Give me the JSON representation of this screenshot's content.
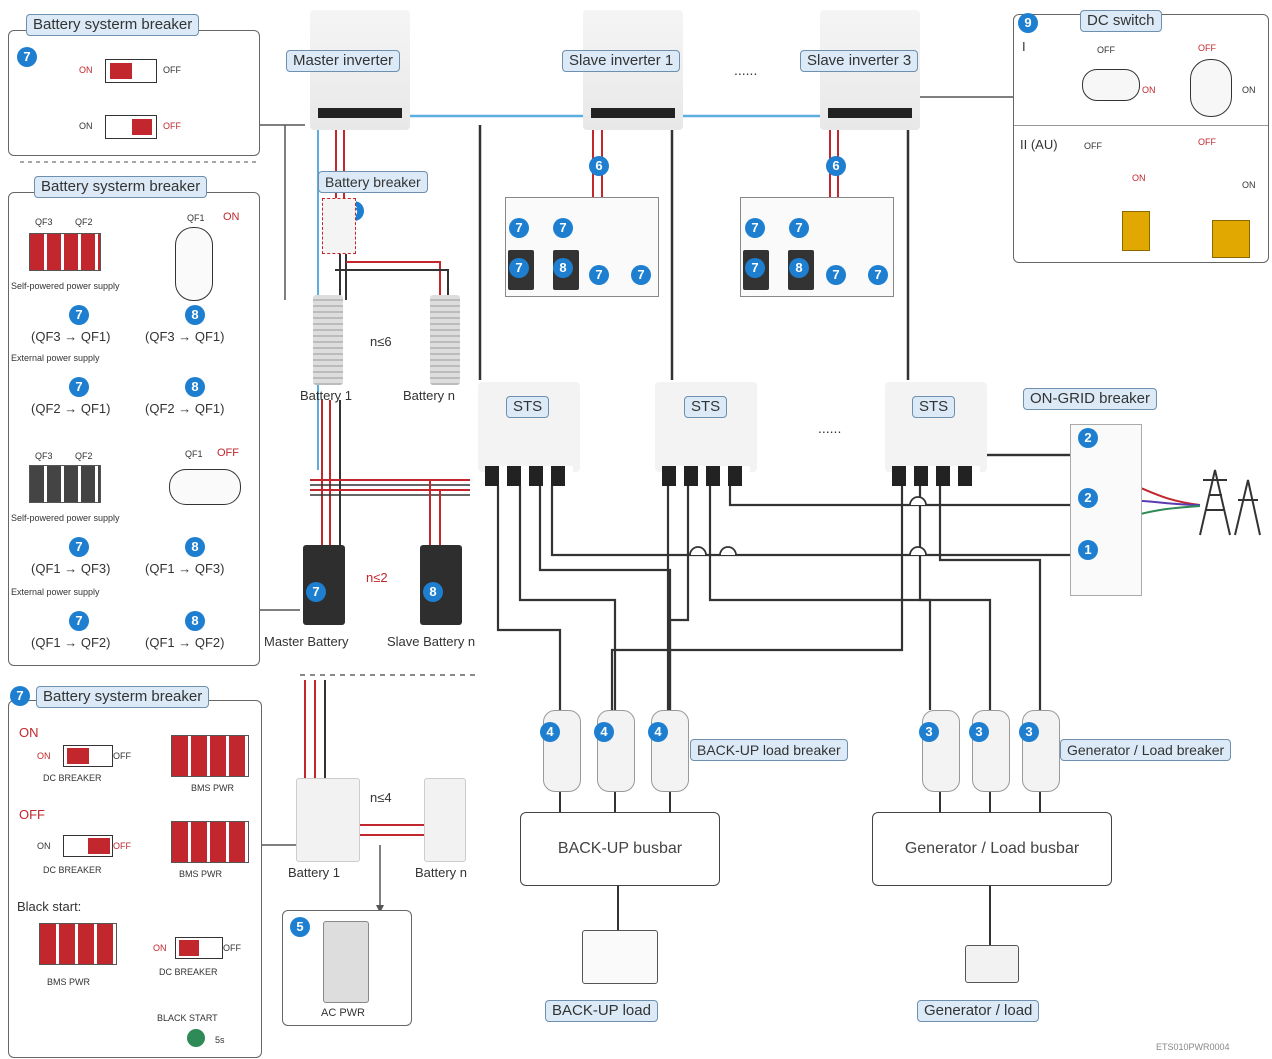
{
  "labels": {
    "master_inverter": "Master inverter",
    "slave_inverter_1": "Slave inverter 1",
    "slave_inverter_3": "Slave inverter 3",
    "ellipsis": "......",
    "dc_switch": "DC switch",
    "battery_breaker": "Battery breaker",
    "sts": "STS",
    "on_grid_breaker": "ON-GRID breaker",
    "backup_load_breaker": "BACK-UP load breaker",
    "generator_load_breaker": "Generator / Load breaker",
    "backup_busbar": "BACK-UP busbar",
    "generator_busbar": "Generator  / Load busbar",
    "backup_load": "BACK-UP load",
    "generator_load": "Generator / load",
    "battery_1": "Battery 1",
    "battery_n": "Battery n",
    "n_le_6": "n≤6",
    "n_le_2": "n≤2",
    "n_le_4": "n≤4",
    "master_battery": "Master Battery",
    "slave_battery_n": "Slave Battery n",
    "ac_pwr": "AC PWR",
    "footer_code": "ETS010PWR0004"
  },
  "panel_a": {
    "title": "Battery systerm breaker",
    "step": "7",
    "on": "ON",
    "off": "OFF"
  },
  "panel_b": {
    "title": "Battery systerm breaker",
    "qf3": "QF3",
    "qf2": "QF2",
    "qf1": "QF1",
    "on": "ON",
    "off": "OFF",
    "self_powered": "Self-powered power supply",
    "external": "External power supply",
    "step7": "7",
    "step8": "8",
    "seq_on_self_a": "(QF3 → QF1)",
    "seq_on_self_b": "(QF3 → QF1)",
    "seq_on_ext_a": "(QF2 → QF1)",
    "seq_on_ext_b": "(QF2 → QF1)",
    "seq_off_self_a": "(QF1 → QF3)",
    "seq_off_self_b": "(QF1 → QF3)",
    "seq_off_ext_a": "(QF1 → QF2)",
    "seq_off_ext_b": "(QF1 → QF2)"
  },
  "panel_c": {
    "title": "Battery systerm breaker",
    "step": "7",
    "on_heading": "ON",
    "off_heading": "OFF",
    "on": "ON",
    "off": "OFF",
    "dc_breaker": "DC BREAKER",
    "bms_pwr": "BMS PWR",
    "black_start_label": "Black start:",
    "black_start": "BLACK START",
    "five_s": "5s"
  },
  "dc_switch_panel": {
    "step": "9",
    "type_1": "I",
    "type_2": "II  (AU)",
    "on": "ON",
    "off": "OFF"
  },
  "markers": {
    "n1": "1",
    "n2": "2",
    "n3": "3",
    "n4": "4",
    "n5": "5",
    "n6": "6",
    "n7": "7",
    "n8": "8"
  },
  "colors": {
    "accent_blue": "#1e7fd0",
    "label_fill": "#dbeaf6",
    "dc_red": "#c1272d",
    "comm_blue": "#5aaee0"
  }
}
